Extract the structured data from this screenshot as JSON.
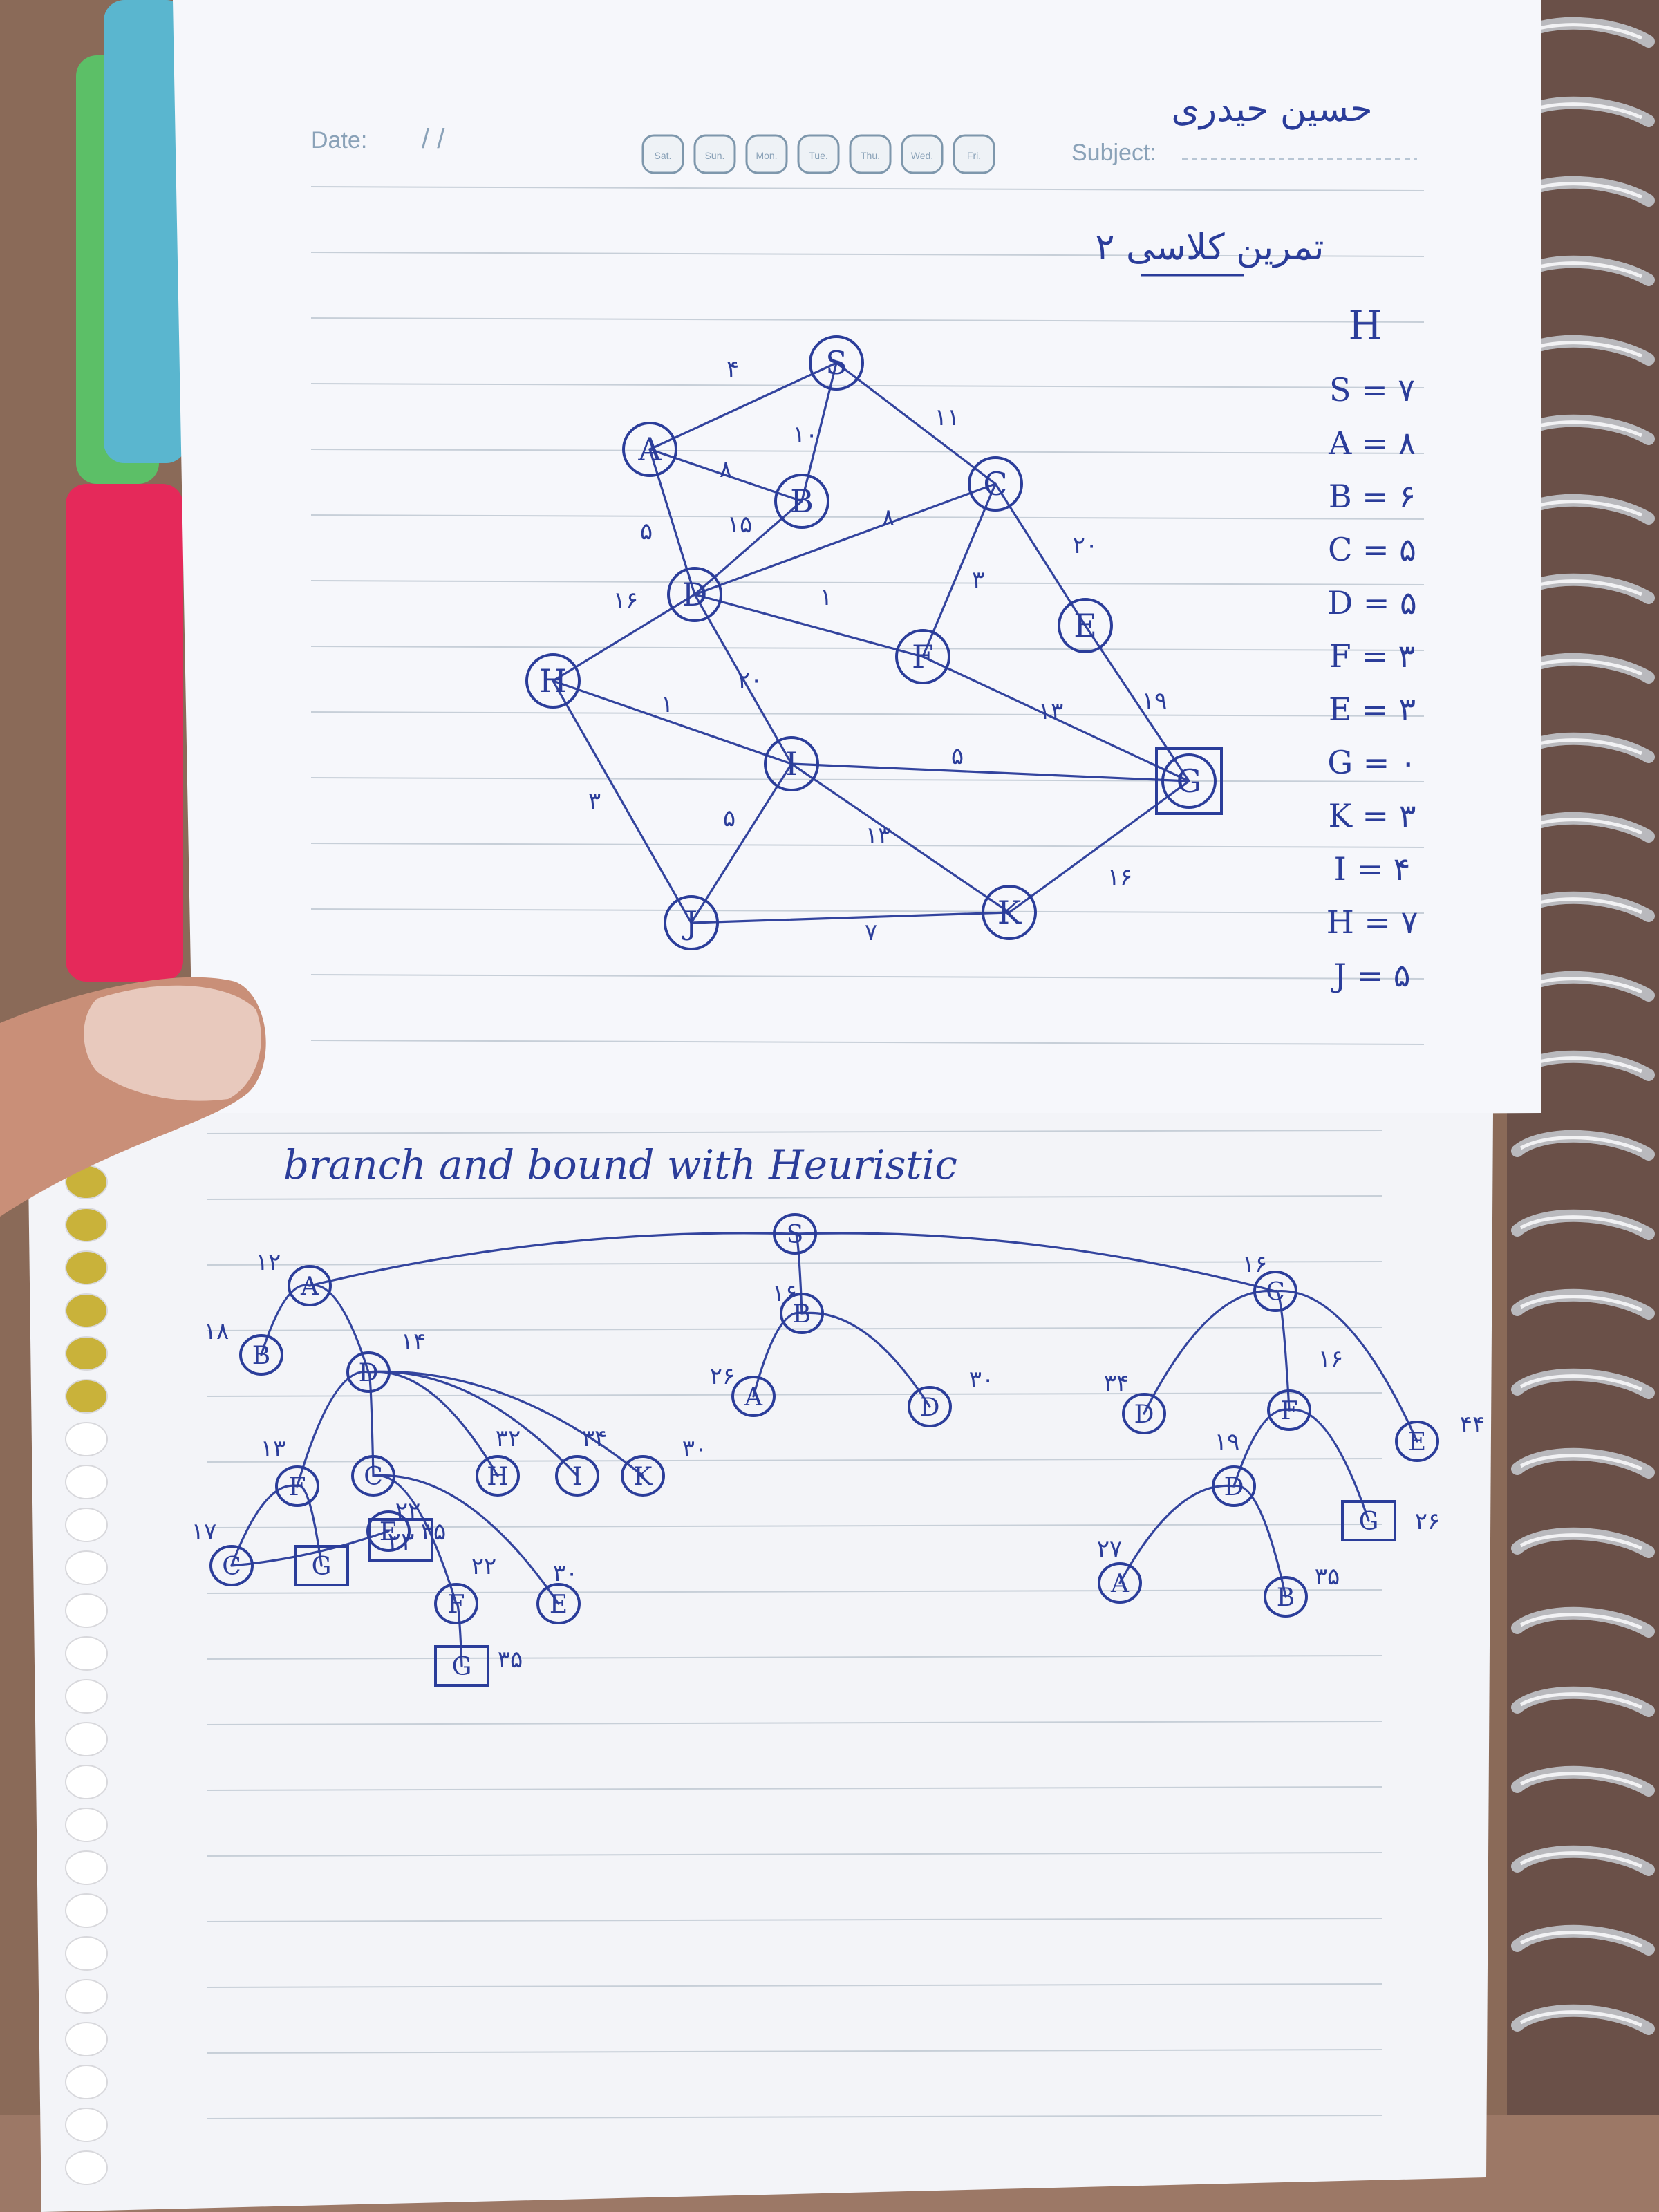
{
  "header": {
    "date_label": "Date:",
    "date_slashes": "/   /",
    "days": [
      "Sat.",
      "Sun.",
      "Mon.",
      "Tue.",
      "Thu.",
      "Wed.",
      "Fri."
    ],
    "subject_label": "Subject:",
    "author_name": "حسین حیدری",
    "page_title": "تمرین کلاسی ۲"
  },
  "heuristic": {
    "title": "H",
    "rows": [
      "S = ۷",
      "A = ۸",
      "B = ۶",
      "C = ۵",
      "D = ۵",
      "F = ۳",
      "E = ۳",
      "G = ۰",
      "K = ۳",
      "I = ۴",
      "H = ۷",
      "J = ۵"
    ]
  },
  "graph": {
    "nodes": [
      {
        "id": "S",
        "label": "S"
      },
      {
        "id": "A",
        "label": "A"
      },
      {
        "id": "B",
        "label": "B"
      },
      {
        "id": "C",
        "label": "C"
      },
      {
        "id": "D",
        "label": "D"
      },
      {
        "id": "E",
        "label": "E"
      },
      {
        "id": "F",
        "label": "F"
      },
      {
        "id": "H",
        "label": "H"
      },
      {
        "id": "I",
        "label": "I"
      },
      {
        "id": "G",
        "label": "G"
      },
      {
        "id": "J",
        "label": "J"
      },
      {
        "id": "K",
        "label": "K"
      }
    ],
    "edges": [
      {
        "from": "S",
        "to": "A",
        "w": "۴"
      },
      {
        "from": "S",
        "to": "B",
        "w": "۱۰"
      },
      {
        "from": "S",
        "to": "C",
        "w": "۱۱"
      },
      {
        "from": "A",
        "to": "B",
        "w": "۸"
      },
      {
        "from": "A",
        "to": "D",
        "w": "۵"
      },
      {
        "from": "B",
        "to": "D",
        "w": "۱۵"
      },
      {
        "from": "D",
        "to": "C",
        "w": "۸"
      },
      {
        "from": "C",
        "to": "F",
        "w": "۳"
      },
      {
        "from": "C",
        "to": "E",
        "w": "۲۰"
      },
      {
        "from": "D",
        "to": "F",
        "w": "۱"
      },
      {
        "from": "D",
        "to": "H",
        "w": "۱۶"
      },
      {
        "from": "D",
        "to": "I",
        "w": "۲۰"
      },
      {
        "from": "H",
        "to": "I",
        "w": "۱"
      },
      {
        "from": "H",
        "to": "J",
        "w": "۳"
      },
      {
        "from": "I",
        "to": "J",
        "w": "۵"
      },
      {
        "from": "I",
        "to": "G",
        "w": "۵"
      },
      {
        "from": "I",
        "to": "K",
        "w": "۱۳"
      },
      {
        "from": "F",
        "to": "G",
        "w": "۱۳"
      },
      {
        "from": "E",
        "to": "G",
        "w": "۱۹"
      },
      {
        "from": "J",
        "to": "K",
        "w": "۷"
      },
      {
        "from": "K",
        "to": "G",
        "w": "۱۶"
      }
    ]
  },
  "tree": {
    "title": "branch and bound with Heuristic",
    "nodes": [
      {
        "label": "S",
        "cost": ""
      },
      {
        "label": "A",
        "cost": "۱۲"
      },
      {
        "label": "B",
        "cost": "۱۶"
      },
      {
        "label": "C",
        "cost": "۱۶"
      },
      {
        "label": "B",
        "cost": "۱۸"
      },
      {
        "label": "D",
        "cost": "۱۴"
      },
      {
        "label": "F",
        "cost": "۱۳"
      },
      {
        "label": "C",
        "cost": "۲۲"
      },
      {
        "label": "H",
        "cost": "۳۲"
      },
      {
        "label": "I",
        "cost": "۳۴"
      },
      {
        "label": "K",
        "cost": "۳۰"
      },
      {
        "label": "C",
        "cost": "۱۷"
      },
      {
        "label": "G",
        "cost": ""
      },
      {
        "label": "E",
        "cost": "۳۵"
      },
      {
        "label": "F",
        "cost": "۲۲"
      },
      {
        "label": "E",
        "cost": "۳۰"
      },
      {
        "label": "G",
        "cost": "۳۵"
      },
      {
        "label": "A",
        "cost": "۲۶"
      },
      {
        "label": "D",
        "cost": "۳۰"
      },
      {
        "label": "D",
        "cost": "۳۴"
      },
      {
        "label": "F",
        "cost": "۱۶"
      },
      {
        "label": "E",
        "cost": "۴۴"
      },
      {
        "label": "D",
        "cost": "۱۹"
      },
      {
        "label": "G",
        "cost": "۲۶"
      },
      {
        "label": "A",
        "cost": "۲۷"
      },
      {
        "label": "B",
        "cost": "۳۵"
      }
    ],
    "boxed_cost": "۲۳"
  }
}
